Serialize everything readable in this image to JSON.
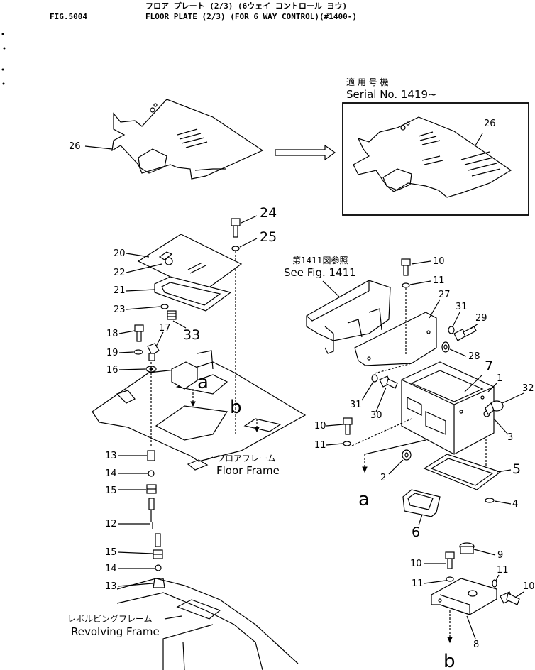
{
  "header": {
    "fig_no": "FIG.5004",
    "title_jp": "フロア プレート (2/3) (6ウェイ コントロール ヨウ)",
    "title_en": "FLOOR PLATE (2/3) (FOR 6 WAY CONTROL)(#1400-)"
  },
  "inset": {
    "label_jp": "適 用 号 機",
    "label_en": "Serial No. 1419~"
  },
  "refs": {
    "see_fig_jp": "第1411図参照",
    "see_fig_en": "See Fig. 1411",
    "floor_frame_jp": "フロアフレーム",
    "floor_frame_en": "Floor Frame",
    "revolving_frame_jp": "レボルビングフレーム",
    "revolving_frame_en": "Revolving Frame"
  },
  "callouts": {
    "c26a": "26",
    "c26b": "26",
    "c24": "24",
    "c25": "25",
    "c20": "20",
    "c22": "22",
    "c21": "21",
    "c23": "23",
    "c33": "33",
    "c17": "17",
    "c18": "18",
    "c19": "19",
    "c16": "16",
    "c13a": "13",
    "c14a": "14",
    "c15a": "15",
    "c12": "12",
    "c15b": "15",
    "c14b": "14",
    "c13b": "13",
    "c10a": "10",
    "c11a": "11",
    "c27": "27",
    "c31a": "31",
    "c29": "29",
    "c28": "28",
    "c7": "7",
    "c1": "1",
    "c32": "32",
    "c31b": "31",
    "c30": "30",
    "c3": "3",
    "c10b": "10",
    "c11b": "11",
    "c2": "2",
    "c5": "5",
    "c4": "4",
    "c6": "6",
    "c9": "9",
    "c10c": "10",
    "c11c": "11",
    "c11d": "11",
    "c10d": "10",
    "c8": "8"
  },
  "letters": {
    "a1": "a",
    "b1": "b",
    "a2": "a",
    "b2": "b"
  }
}
